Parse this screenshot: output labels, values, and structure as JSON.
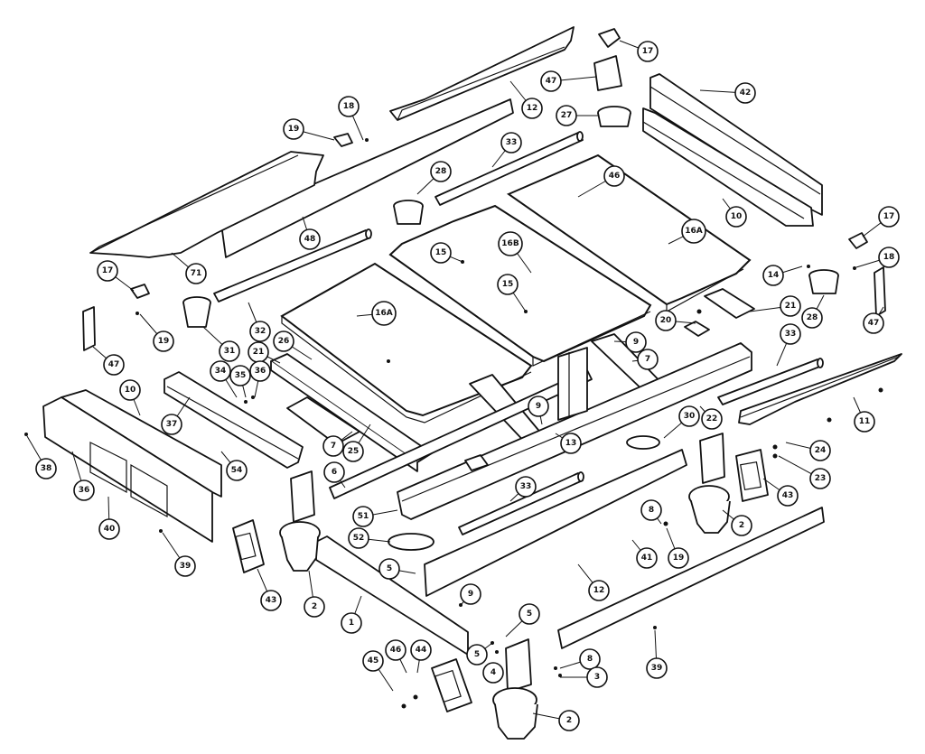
{
  "callouts": [
    {
      "id": "c17a",
      "label": "17"
    },
    {
      "id": "c47a",
      "label": "47"
    },
    {
      "id": "c42",
      "label": "42"
    },
    {
      "id": "c12a",
      "label": "12"
    },
    {
      "id": "c27",
      "label": "27"
    },
    {
      "id": "c18a",
      "label": "18"
    },
    {
      "id": "c19a",
      "label": "19"
    },
    {
      "id": "c33a",
      "label": "33"
    },
    {
      "id": "c28a",
      "label": "28"
    },
    {
      "id": "c46",
      "label": "46"
    },
    {
      "id": "c10a",
      "label": "10"
    },
    {
      "id": "c48",
      "label": "48"
    },
    {
      "id": "c17b",
      "label": "17"
    },
    {
      "id": "c18b",
      "label": "18"
    },
    {
      "id": "c16B",
      "label": "16B"
    },
    {
      "id": "c16Atop",
      "label": "16A"
    },
    {
      "id": "c15a",
      "label": "15"
    },
    {
      "id": "c15b",
      "label": "15"
    },
    {
      "id": "c71",
      "label": "71"
    },
    {
      "id": "c17c",
      "label": "17"
    },
    {
      "id": "c19b",
      "label": "19"
    },
    {
      "id": "c16Aleft",
      "label": "16A"
    },
    {
      "id": "c14",
      "label": "14"
    },
    {
      "id": "c28b",
      "label": "28"
    },
    {
      "id": "c47b",
      "label": "47"
    },
    {
      "id": "c21a",
      "label": "21"
    },
    {
      "id": "c20",
      "label": "20"
    },
    {
      "id": "c32",
      "label": "32"
    },
    {
      "id": "c31",
      "label": "31"
    },
    {
      "id": "c26",
      "label": "26"
    },
    {
      "id": "c21b",
      "label": "21"
    },
    {
      "id": "c9a",
      "label": "9"
    },
    {
      "id": "c7a",
      "label": "7"
    },
    {
      "id": "c33b",
      "label": "33"
    },
    {
      "id": "c47c",
      "label": "47"
    },
    {
      "id": "c34",
      "label": "34"
    },
    {
      "id": "c35",
      "label": "35"
    },
    {
      "id": "c36a",
      "label": "36"
    },
    {
      "id": "c10b",
      "label": "10"
    },
    {
      "id": "c37",
      "label": "37"
    },
    {
      "id": "c9b",
      "label": "9"
    },
    {
      "id": "c22",
      "label": "22"
    },
    {
      "id": "c11",
      "label": "11"
    },
    {
      "id": "c30",
      "label": "30"
    },
    {
      "id": "c13",
      "label": "13"
    },
    {
      "id": "c7b",
      "label": "7"
    },
    {
      "id": "c25",
      "label": "25"
    },
    {
      "id": "c54",
      "label": "54"
    },
    {
      "id": "c24",
      "label": "24"
    },
    {
      "id": "c23",
      "label": "23"
    },
    {
      "id": "c38",
      "label": "38"
    },
    {
      "id": "c36b",
      "label": "36"
    },
    {
      "id": "c6",
      "label": "6"
    },
    {
      "id": "c43a",
      "label": "43"
    },
    {
      "id": "c33c",
      "label": "33"
    },
    {
      "id": "c51",
      "label": "51"
    },
    {
      "id": "c8a",
      "label": "8"
    },
    {
      "id": "c2a",
      "label": "2"
    },
    {
      "id": "c40",
      "label": "40"
    },
    {
      "id": "c39a",
      "label": "39"
    },
    {
      "id": "c52",
      "label": "52"
    },
    {
      "id": "c41",
      "label": "41"
    },
    {
      "id": "c19c",
      "label": "19"
    },
    {
      "id": "c5a",
      "label": "5"
    },
    {
      "id": "c43b",
      "label": "43"
    },
    {
      "id": "c2b",
      "label": "2"
    },
    {
      "id": "c12b",
      "label": "12"
    },
    {
      "id": "c9c",
      "label": "9"
    },
    {
      "id": "c1",
      "label": "1"
    },
    {
      "id": "c5b",
      "label": "5"
    },
    {
      "id": "c39b",
      "label": "39"
    },
    {
      "id": "c45",
      "label": "45"
    },
    {
      "id": "c46b",
      "label": "46"
    },
    {
      "id": "c44",
      "label": "44"
    },
    {
      "id": "c5c",
      "label": "5"
    },
    {
      "id": "c4",
      "label": "4"
    },
    {
      "id": "c8b",
      "label": "8"
    },
    {
      "id": "c3",
      "label": "3"
    },
    {
      "id": "c2c",
      "label": "2"
    }
  ]
}
